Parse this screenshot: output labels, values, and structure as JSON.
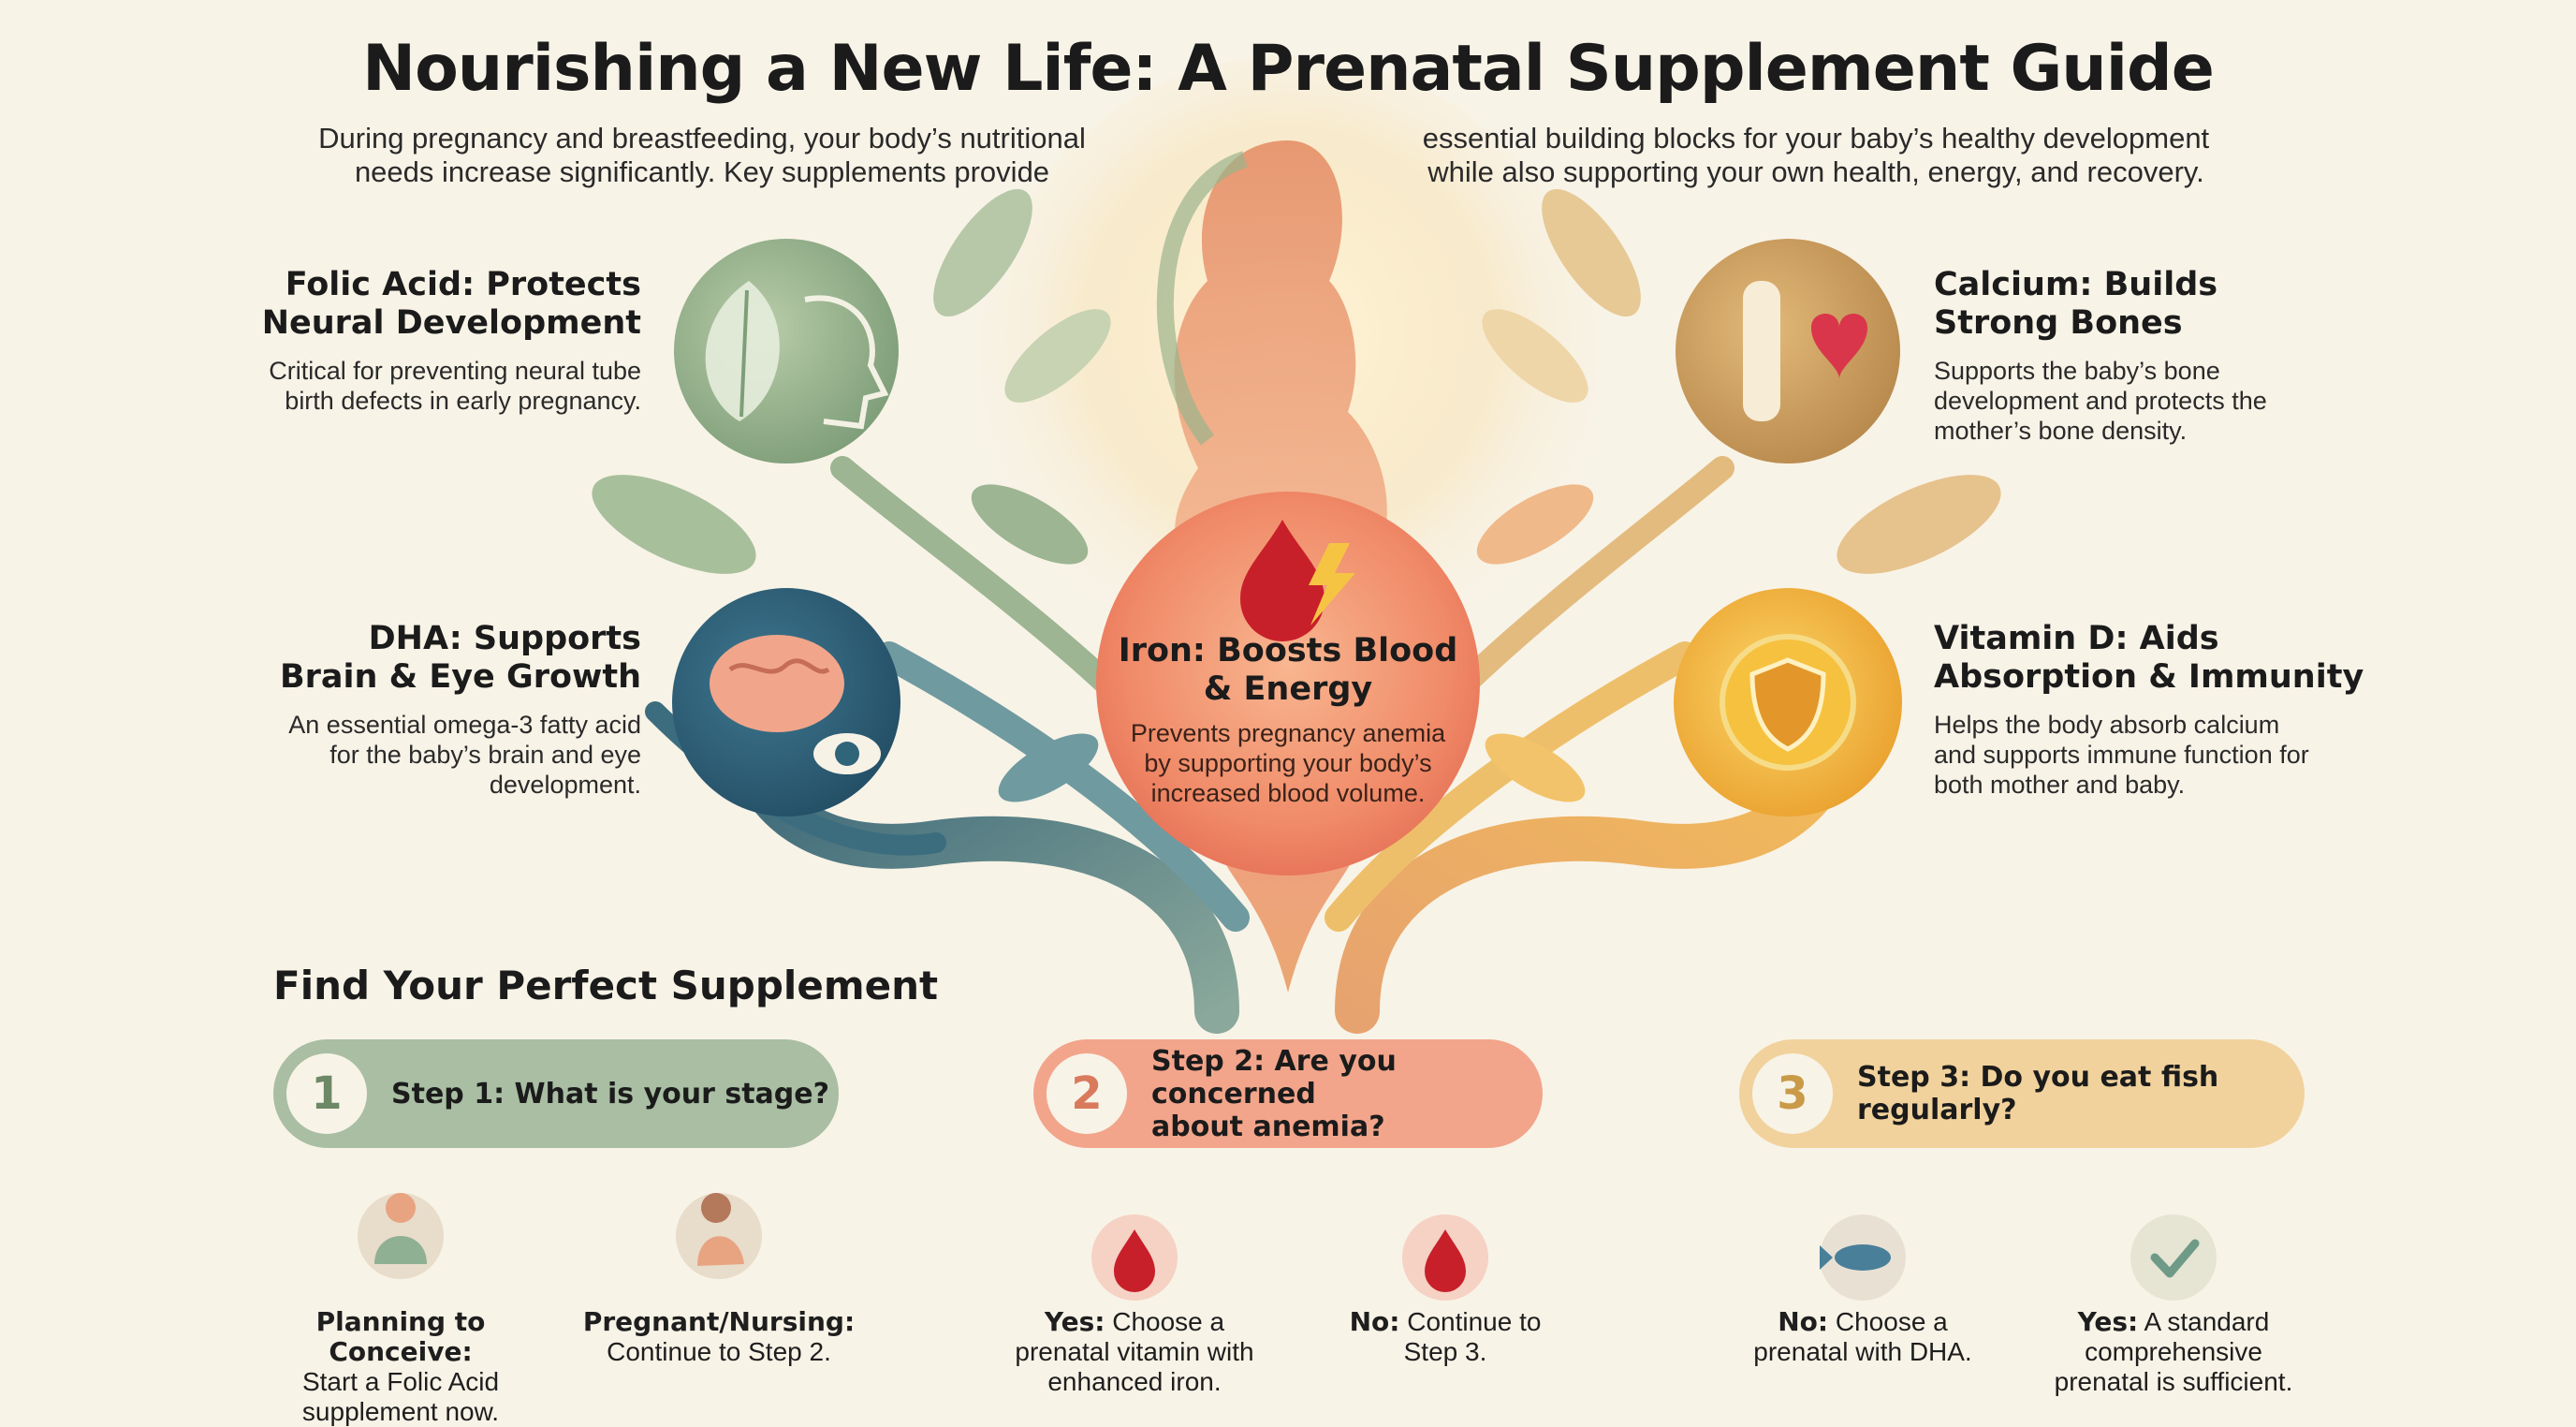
{
  "title": "Nourishing a New Life: A Prenatal Supplement Guide",
  "intro": {
    "left_line1": "During pregnancy and breastfeeding, your body’s nutritional",
    "left_line2": "needs increase significantly. Key supplements provide",
    "right_line1": "essential building blocks for your baby’s healthy development",
    "right_line2": "while also supporting your own health, energy, and recovery."
  },
  "benefits": {
    "folic": {
      "title_line1": "Folic Acid: Protects",
      "title_line2": "Neural Development",
      "desc_line1": "Critical for preventing neural tube",
      "desc_line2": "birth defects in early pregnancy."
    },
    "dha": {
      "title_line1": "DHA: Supports",
      "title_line2": "Brain & Eye Growth",
      "desc_line1": "An essential omega-3 fatty acid",
      "desc_line2": "for the baby’s brain and eye",
      "desc_line3": "development."
    },
    "iron": {
      "title_line1": "Iron: Boosts Blood",
      "title_line2": "& Energy",
      "desc_line1": "Prevents pregnancy anemia",
      "desc_line2": "by supporting your body’s",
      "desc_line3": "increased blood volume."
    },
    "calcium": {
      "title_line1": "Calcium: Builds",
      "title_line2": "Strong Bones",
      "desc_line1": "Supports the baby’s bone",
      "desc_line2": "development and protects the",
      "desc_line3": "mother’s bone density."
    },
    "vitd": {
      "title_line1": "Vitamin D: Aids",
      "title_line2": "Absorption & Immunity",
      "desc_line1": "Helps the body absorb calcium",
      "desc_line2": "and supports immune function for",
      "desc_line3": "both mother and baby."
    }
  },
  "finder": {
    "heading": "Find Your Perfect Supplement",
    "steps": [
      {
        "num": "1",
        "label_line1": "Step 1: What is your stage?",
        "label_line2": ""
      },
      {
        "num": "2",
        "label_line1": "Step 2: Are you concerned",
        "label_line2": "about anemia?"
      },
      {
        "num": "3",
        "label_line1": "Step 3: Do you eat fish regularly?",
        "label_line2": ""
      }
    ],
    "options": {
      "planning": {
        "head": "Planning to Conceive:",
        "line1": "Start a Folic Acid",
        "line2": "supplement now."
      },
      "pregnant": {
        "head": "Pregnant/Nursing:",
        "line1": "Continue to Step 2."
      },
      "anemia_yes": {
        "head": "Yes:",
        "line1": " Choose a",
        "line2": "prenatal vitamin with",
        "line3": "enhanced iron."
      },
      "anemia_no": {
        "head": "No:",
        "line1": " Continue to",
        "line2": "Step 3."
      },
      "fish_no": {
        "head": "No:",
        "line1": " Choose a",
        "line2": "prenatal with DHA."
      },
      "fish_yes": {
        "head": "Yes:",
        "line1": " A standard",
        "line2": "comprehensive",
        "line3": "prenatal is sufficient."
      }
    }
  },
  "icons": {
    "folic": "leaf-brain-icon",
    "dha": "brain-eye-icon",
    "iron": "blood-drop-lightning-icon",
    "calcium": "bone-heart-icon",
    "vitd": "sun-shield-icon",
    "planning": "woman-icon",
    "pregnant": "pregnant-woman-icon",
    "anemia_yes": "blood-drop-icon",
    "anemia_no": "blood-drop-icon",
    "fish_no": "fish-icon",
    "fish_yes": "checkmark-icon"
  },
  "colors": {
    "background": "#f8f3e7",
    "green": "#9db592",
    "teal": "#2f6479",
    "coral": "#ef8a6c",
    "gold": "#d8a85c",
    "yellow": "#f0b93a",
    "step1": "#a9bea3",
    "step2": "#f2a58b",
    "step3": "#f1d29c"
  }
}
